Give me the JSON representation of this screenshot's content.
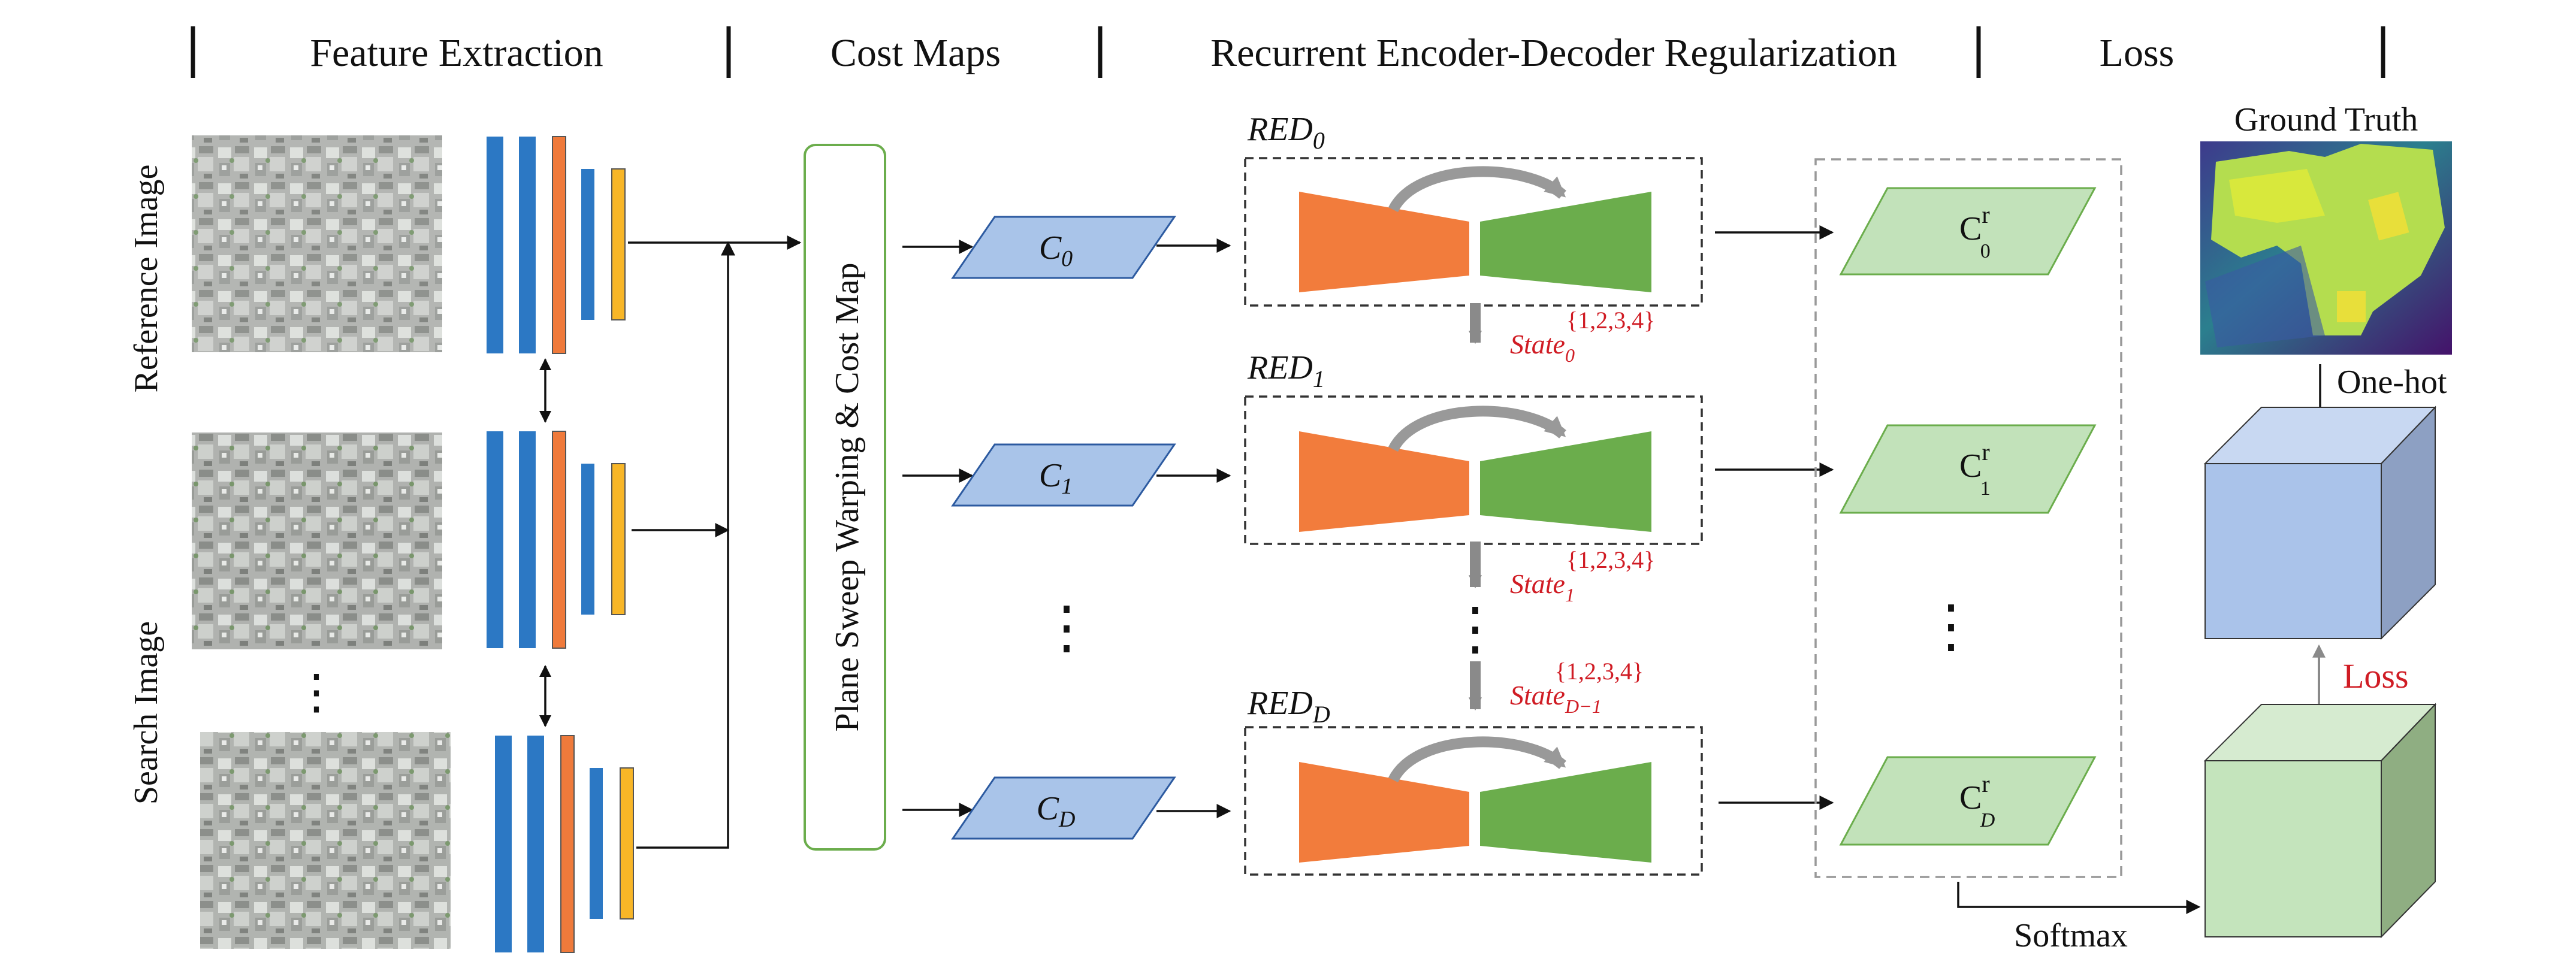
{
  "headers": {
    "feature_extraction": "Feature Extraction",
    "cost_maps": "Cost Maps",
    "regularization": "Recurrent Encoder-Decoder Regularization",
    "loss": "Loss"
  },
  "side_labels": {
    "reference_image": "Reference Image",
    "search_image": "Search Image",
    "ellipsis": "⋮"
  },
  "plane_sweep": "Plane Sweep Warping & Cost Map",
  "cost_maps": [
    {
      "base": "C",
      "sub": "0"
    },
    {
      "base": "C",
      "sub": "1"
    },
    {
      "base": "C",
      "sub": "D"
    }
  ],
  "red_blocks": [
    {
      "base": "RED",
      "sub": "0"
    },
    {
      "base": "RED",
      "sub": "1"
    },
    {
      "base": "RED",
      "sub": "D"
    }
  ],
  "states": [
    {
      "base": "State",
      "sub": "0",
      "sup": "{1,2,3,4}"
    },
    {
      "base": "State",
      "sub": "1",
      "sup": "{1,2,3,4}"
    },
    {
      "base": "State",
      "sub": "D−1",
      "sup": "{1,2,3,4}"
    }
  ],
  "regularized_maps": [
    {
      "base": "C",
      "sup": "r",
      "sub": "0"
    },
    {
      "base": "C",
      "sup": "r",
      "sub": "1"
    },
    {
      "base": "C",
      "sup": "r",
      "sub": "D"
    }
  ],
  "loss_section": {
    "ground_truth": "Ground Truth",
    "one_hot": "One-hot",
    "loss": "Loss",
    "softmax": "Softmax"
  },
  "colors": {
    "feature_blue": "#2c78c4",
    "feature_orange": "#ef7a3b",
    "feature_yellow": "#f8b627",
    "cost_fill": "#a9c4e9",
    "encoder_orange": "#f27c3c",
    "decoder_green": "#6bad4c",
    "reg_fill": "#c2e2ba",
    "state_red": "#d01c24"
  }
}
